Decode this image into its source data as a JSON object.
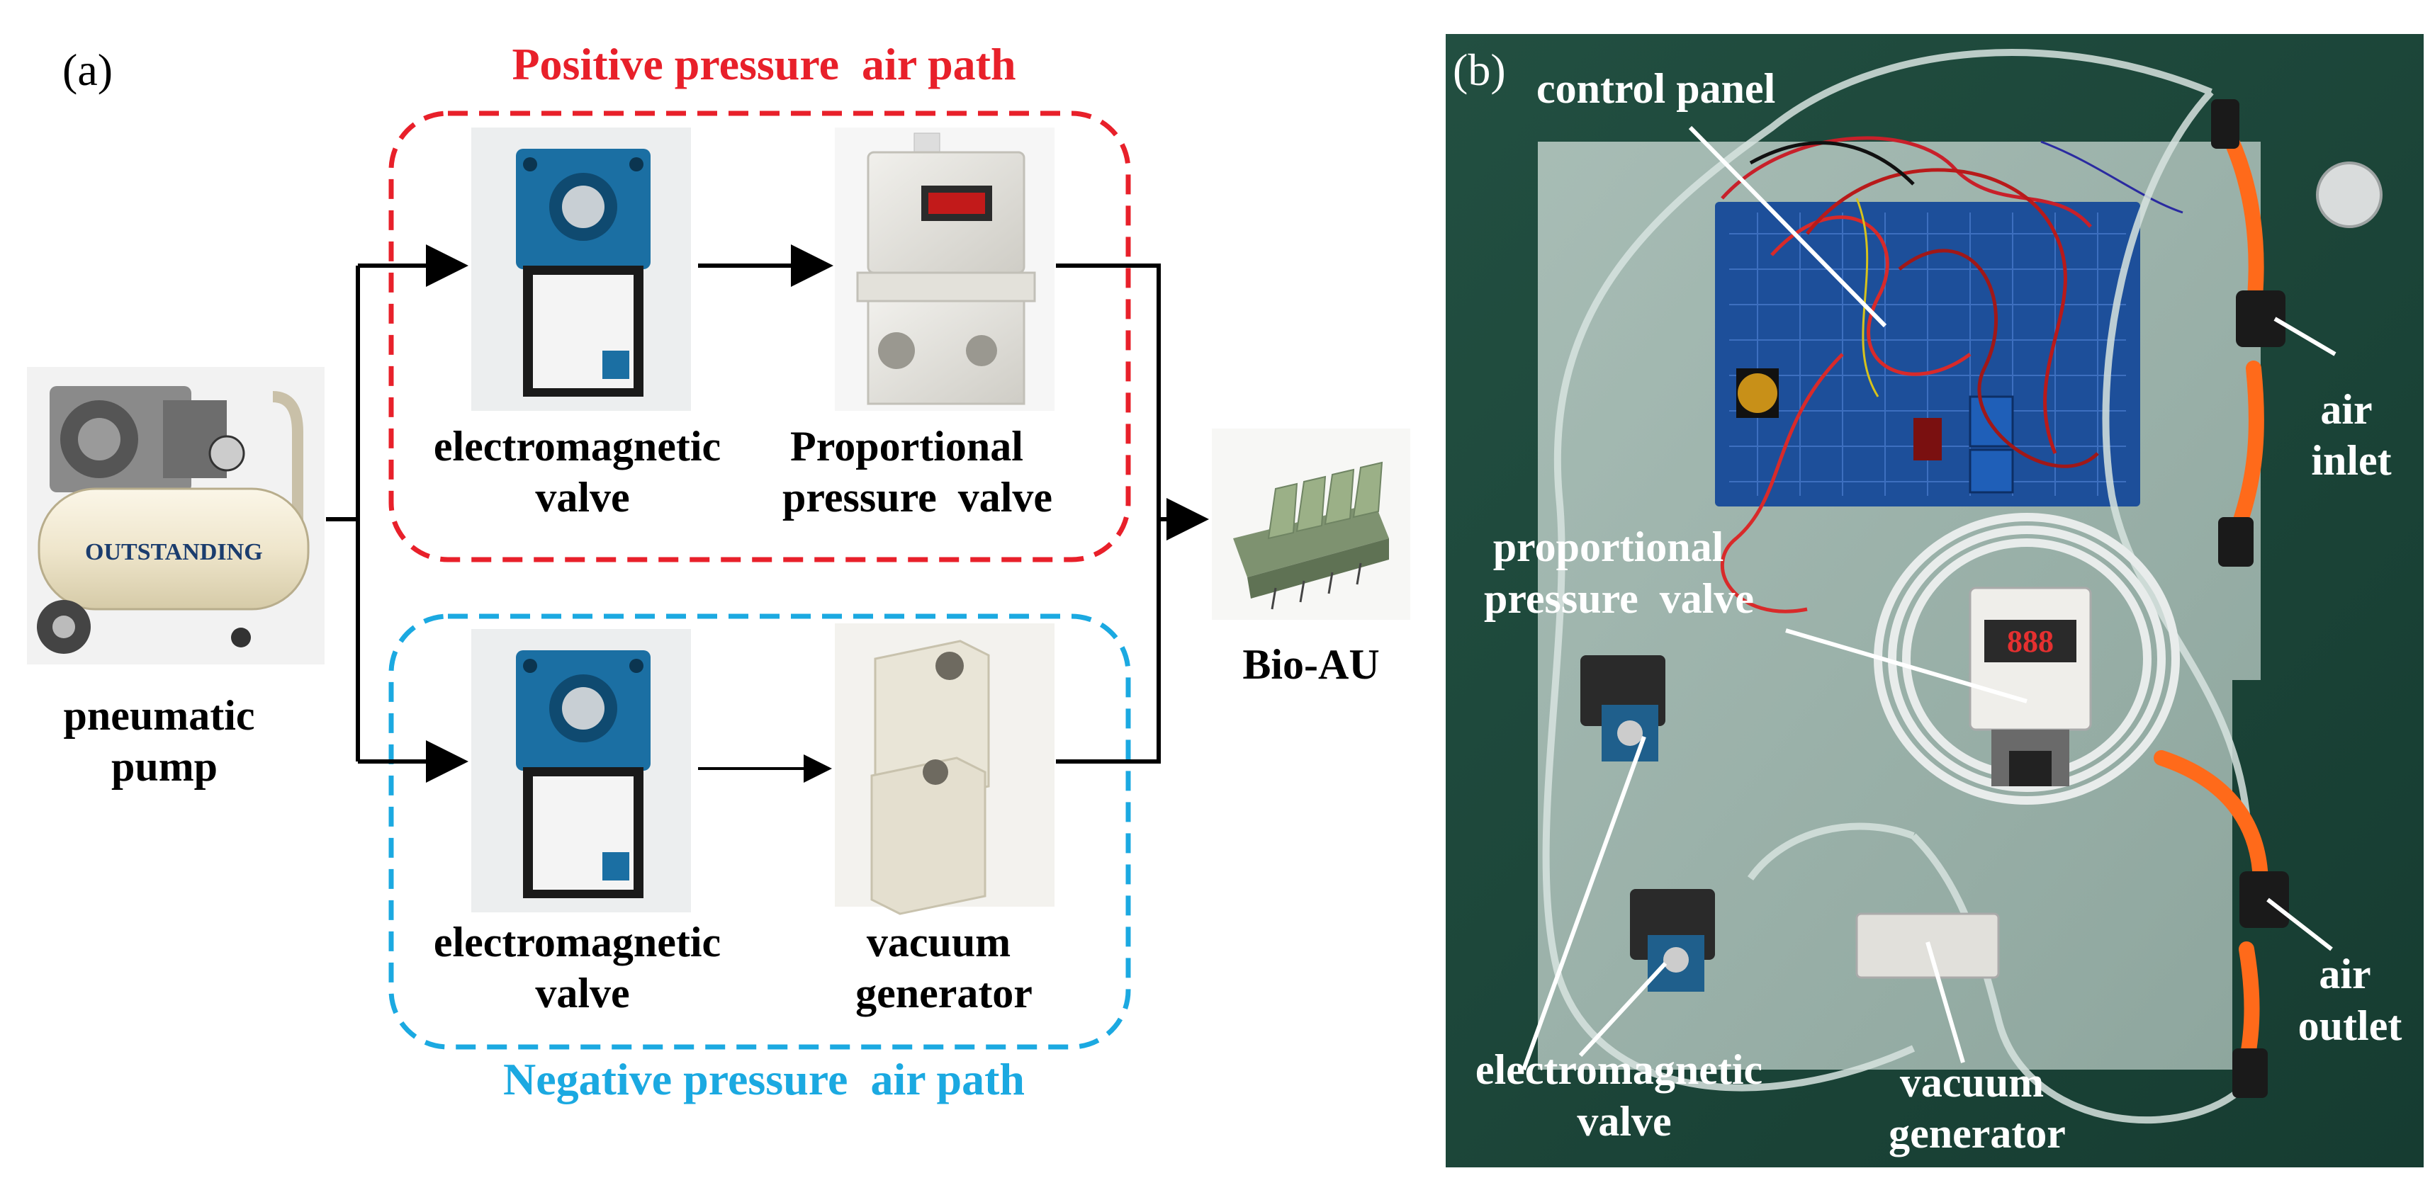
{
  "panel_a": {
    "letter": "(a)",
    "positive_path_title": "Positive pressure  air path",
    "negative_path_title": "Negative pressure  air path",
    "pump_label": [
      "pneumatic",
      "pump"
    ],
    "pos_valve_label": [
      "electromagnetic",
      "valve"
    ],
    "prop_valve_label": [
      "Proportional",
      "pressure  valve"
    ],
    "neg_valve_label": [
      "electromagnetic",
      "valve"
    ],
    "vacuum_label": [
      "vacuum",
      "generator"
    ],
    "output_label": "Bio-AU",
    "pump_brand": "OUTSTANDING"
  },
  "panel_b": {
    "letter": "(b)",
    "control_panel": "control panel",
    "air_inlet": [
      "air",
      "inlet"
    ],
    "air_outlet": [
      "air",
      "outlet"
    ],
    "prop_valve": [
      "proportional",
      "pressure  valve"
    ],
    "em_valve": [
      "electromagnetic",
      "valve"
    ],
    "vacuum_gen": [
      "vacuum",
      "generator"
    ],
    "display_reading": "888"
  },
  "colors": {
    "positive": "#e8202a",
    "negative": "#1ba9e1",
    "board_bg": "#1d4a3c",
    "valve_blue": "#1b6fa3",
    "bioau_green": "#8ea27c",
    "tube_orange": "#ff6a1a"
  }
}
